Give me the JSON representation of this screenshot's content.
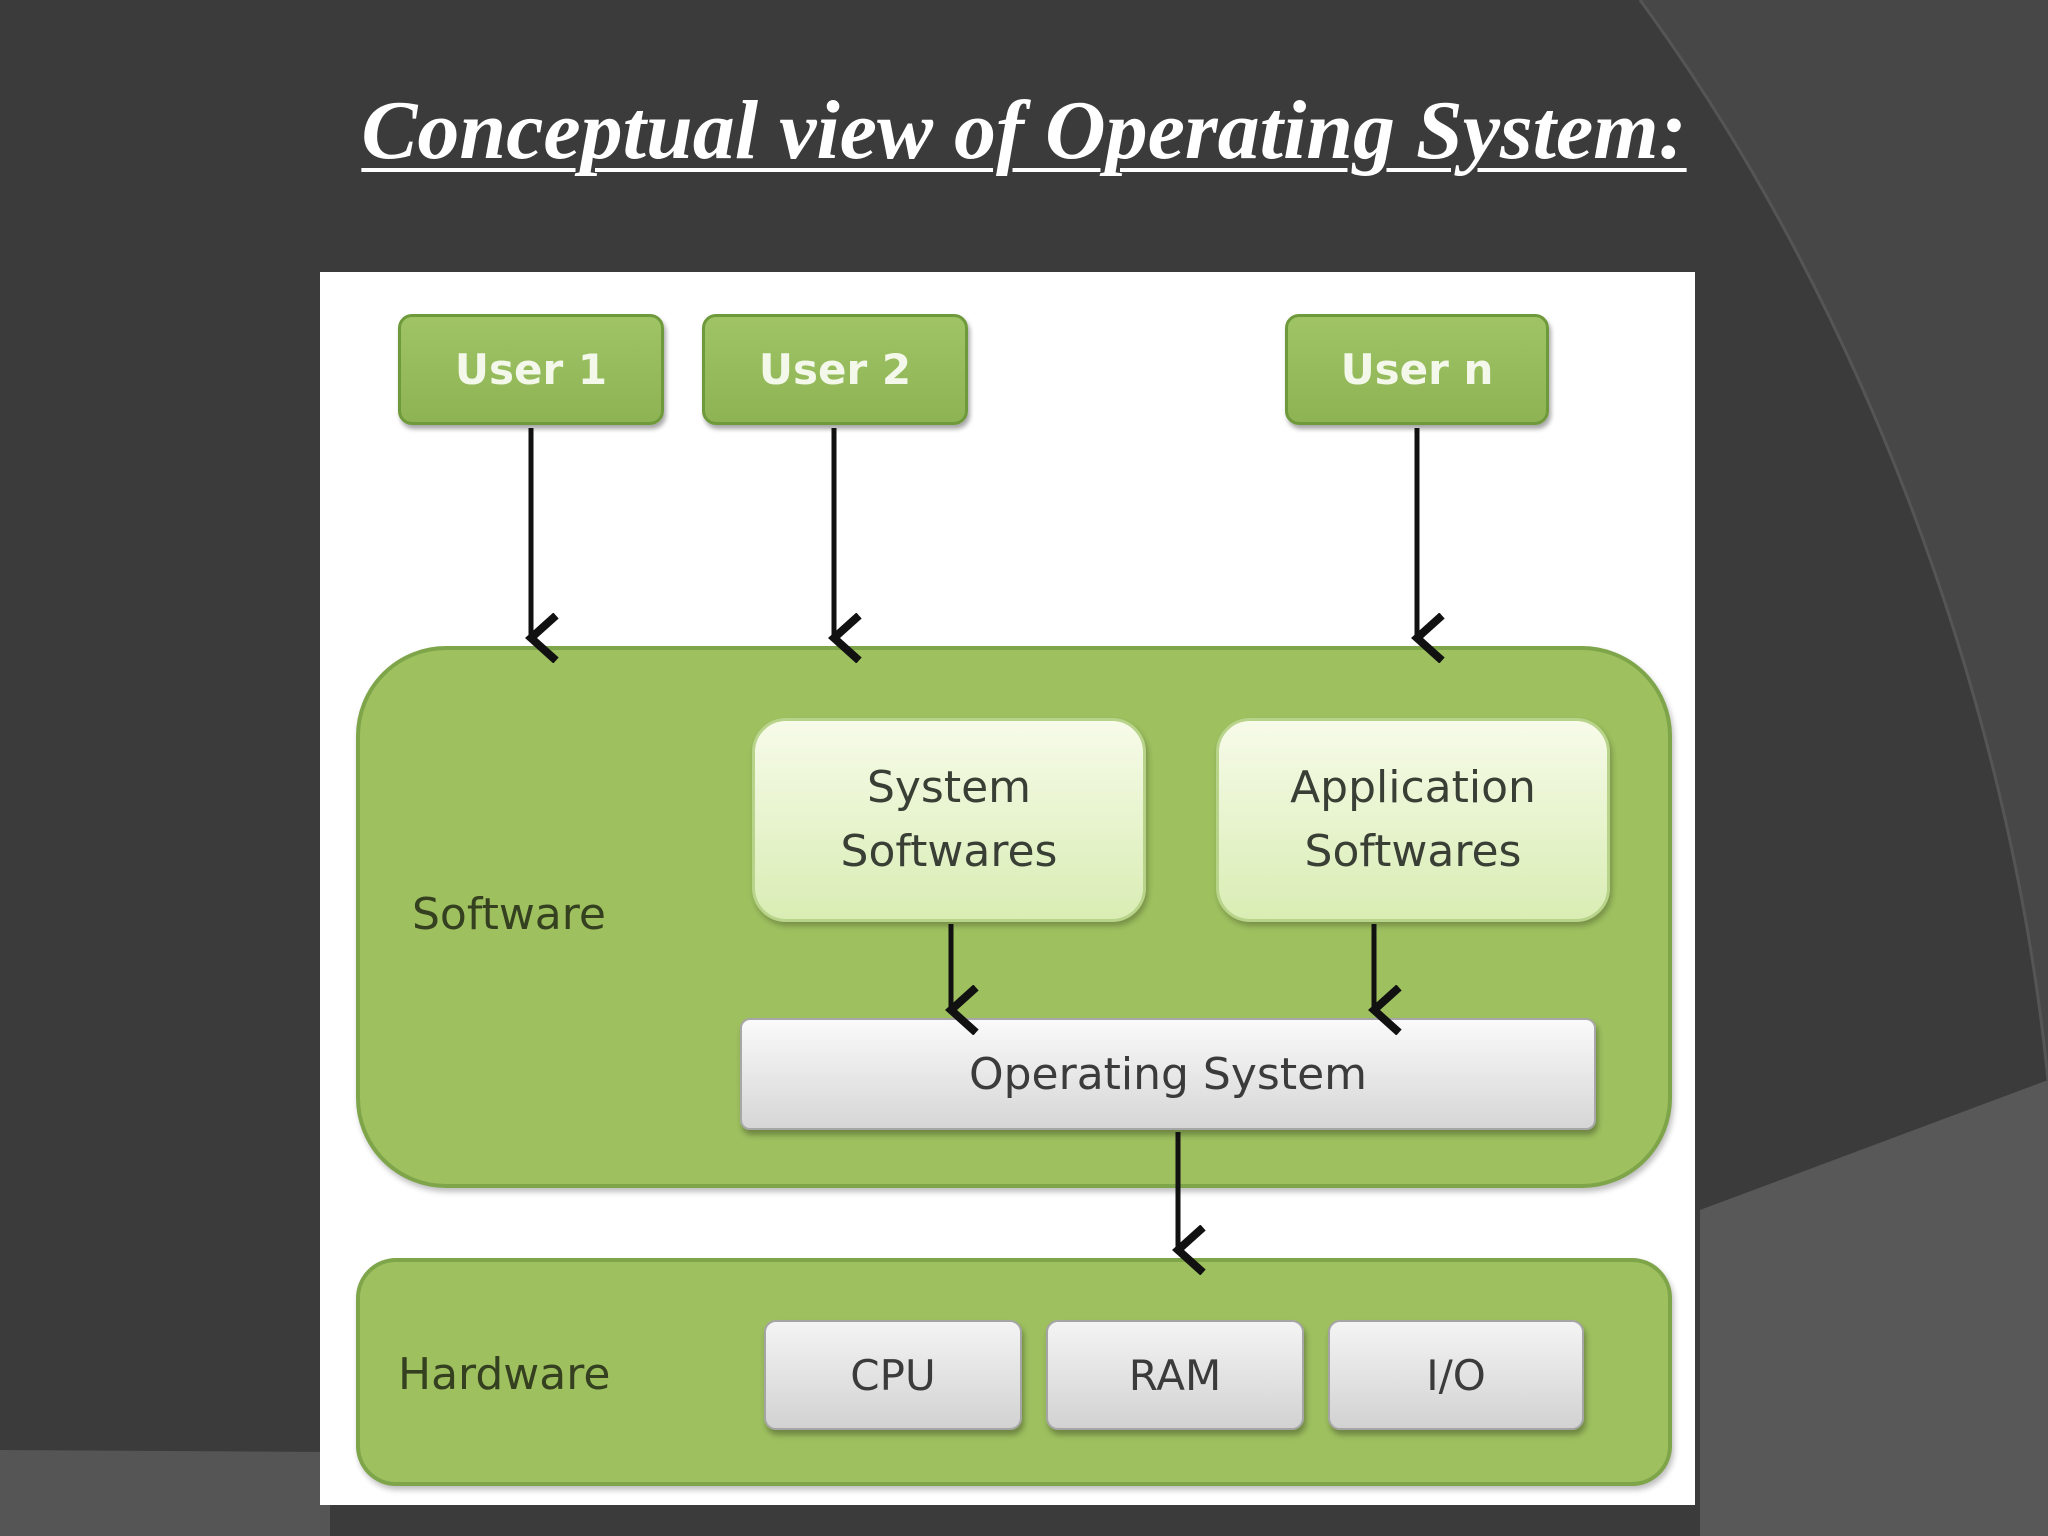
{
  "slide": {
    "title": "Conceptual view of Operating System:"
  },
  "diagram": {
    "users": [
      "User 1",
      "User 2",
      "User n"
    ],
    "software_layer": {
      "label": "Software",
      "system_softwares": [
        "System",
        "Softwares"
      ],
      "application_softwares": [
        "Application",
        "Softwares"
      ],
      "operating_system": "Operating System"
    },
    "hardware_layer": {
      "label": "Hardware",
      "components": [
        "CPU",
        "RAM",
        "I/O"
      ]
    }
  },
  "colors": {
    "slide_background": "#3b3b3b",
    "layer_green": "#9ec05f",
    "user_box_green": "#8db353",
    "inner_box_light_green": "#e6f3c8",
    "os_bar_gray": "#e4e4e4"
  }
}
